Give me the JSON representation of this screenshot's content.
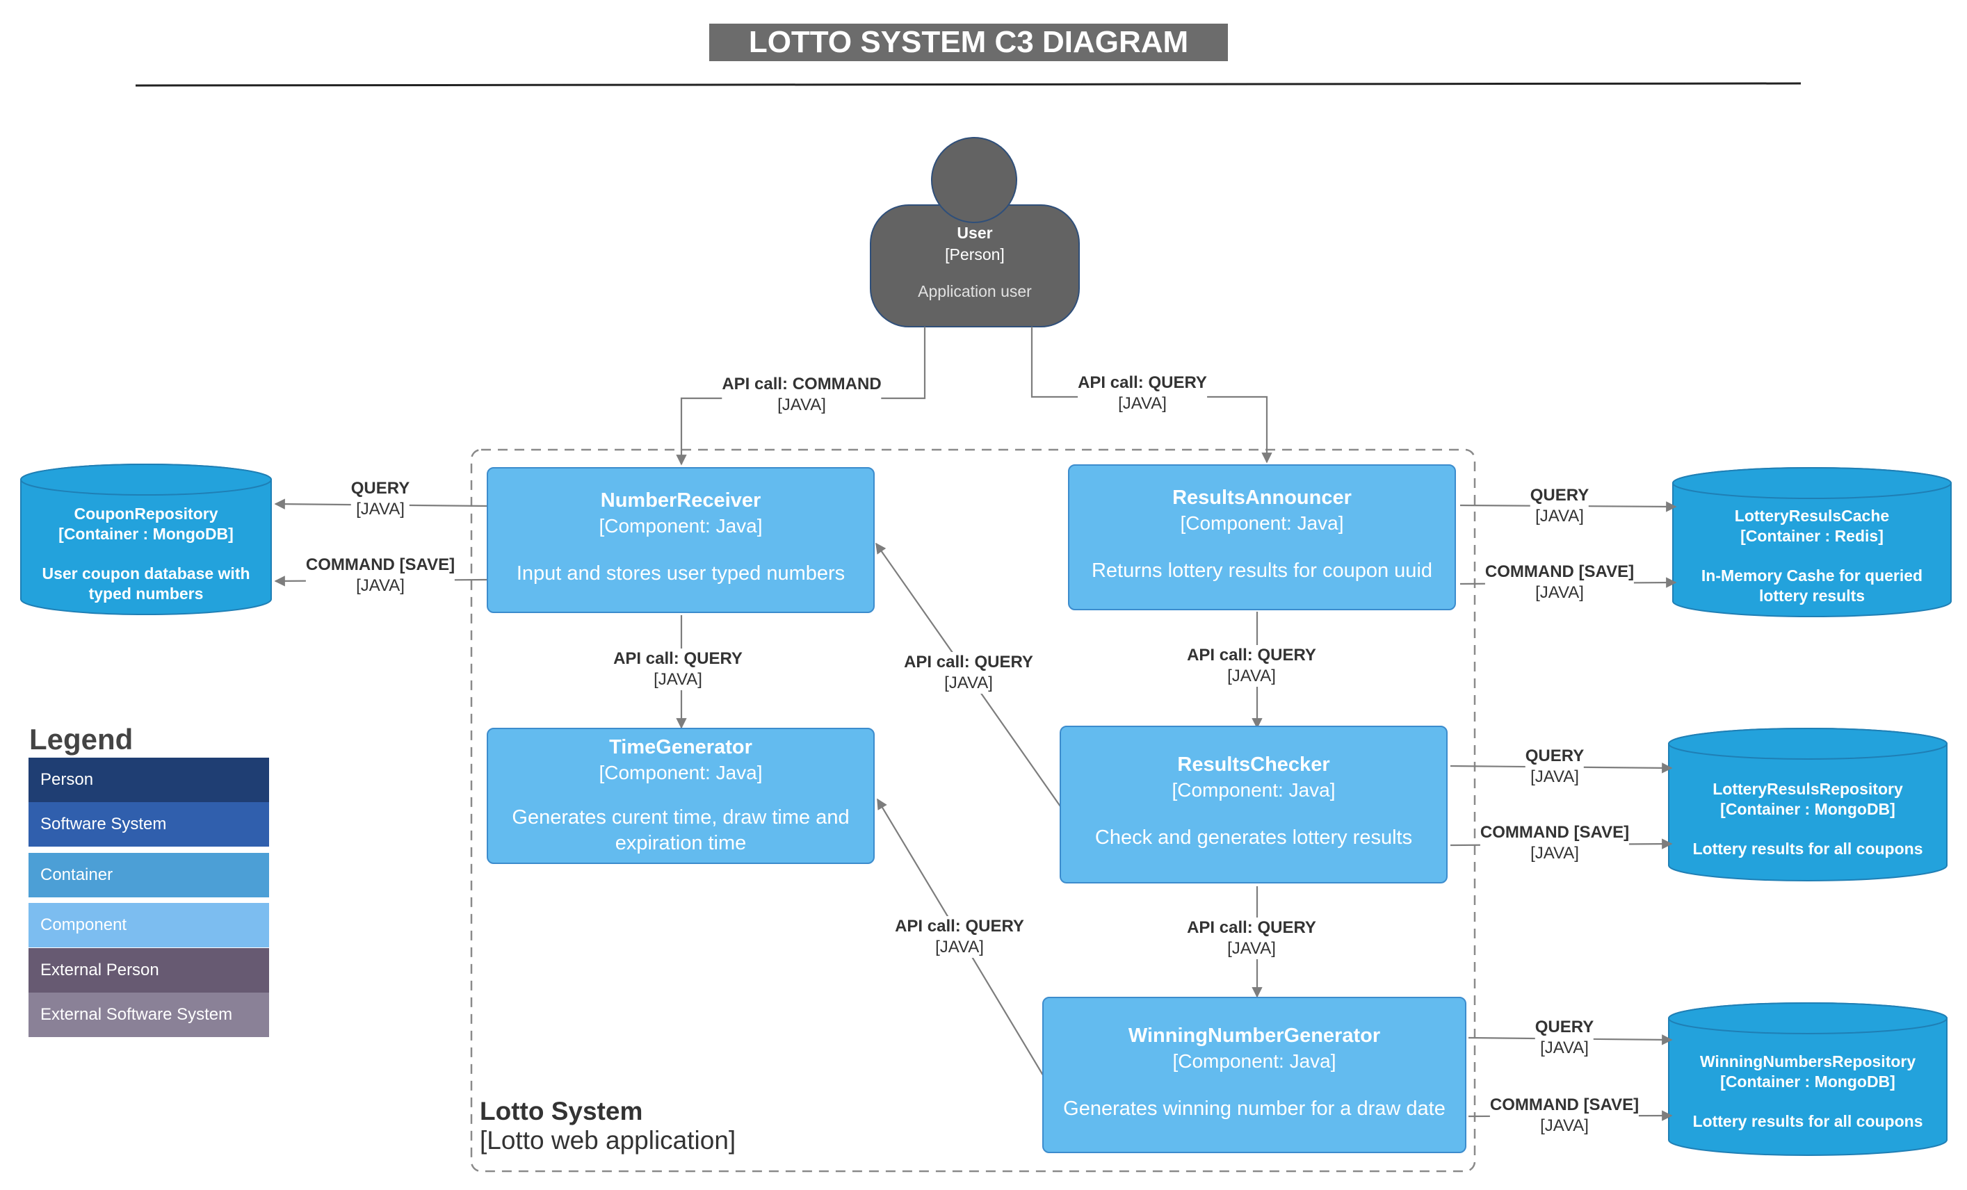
{
  "title": "LOTTO SYSTEM C3 DIAGRAM",
  "colors": {
    "component_fill": "#63bbef",
    "component_border": "#3c8ccd",
    "database_fill": "#23a2dc",
    "user_fill": "#636363",
    "title_fill": "#6c6c6c"
  },
  "user": {
    "name": "User",
    "type": "[Person]",
    "description": "Application user"
  },
  "boundary": {
    "name": "Lotto System",
    "type": "[Lotto web application]"
  },
  "components": {
    "number_receiver": {
      "name": "NumberReceiver",
      "type": "[Component: Java]",
      "description": "Input and stores user typed numbers"
    },
    "time_generator": {
      "name": "TimeGenerator",
      "type": "[Component: Java]",
      "description": "Generates curent time, draw time and expiration time"
    },
    "results_announcer": {
      "name": "ResultsAnnouncer",
      "type": "[Component: Java]",
      "description": "Returns lottery results for coupon uuid"
    },
    "results_checker": {
      "name": "ResultsChecker",
      "type": "[Component: Java]",
      "description": "Check and generates lottery results"
    },
    "winning_number_generator": {
      "name": "WinningNumberGenerator",
      "type": "[Component: Java]",
      "description": "Generates winning number for a draw date"
    }
  },
  "databases": {
    "coupon_repository": {
      "name": "CouponRepository",
      "type": "[Container : MongoDB]",
      "description": "User coupon database with typed numbers"
    },
    "lottery_results_cache": {
      "name": "LotteryResulsCache",
      "type": "[Container : Redis]",
      "description": "In-Memory Cashe for queried lottery results"
    },
    "lottery_results_repository": {
      "name": "LotteryResulsRepository",
      "type": "[Container : MongoDB]",
      "description": "Lottery results for all coupons"
    },
    "winning_numbers_repository": {
      "name": "WinningNumbersRepository",
      "type": "[Container : MongoDB]",
      "description": "Lottery results for all coupons"
    }
  },
  "relations": {
    "user_to_receiver": {
      "label": "API call: COMMAND",
      "tech": "[JAVA]"
    },
    "user_to_announcer": {
      "label": "API call: QUERY",
      "tech": "[JAVA]"
    },
    "receiver_query_coupon": {
      "label": "QUERY",
      "tech": "[JAVA]"
    },
    "receiver_save_coupon": {
      "label": "COMMAND [SAVE]",
      "tech": "[JAVA]"
    },
    "receiver_to_time": {
      "label": "API call: QUERY",
      "tech": "[JAVA]"
    },
    "checker_to_receiver": {
      "label": "API call: QUERY",
      "tech": "[JAVA]"
    },
    "winning_to_time": {
      "label": "API call: QUERY",
      "tech": "[JAVA]"
    },
    "announcer_to_checker": {
      "label": "API call: QUERY",
      "tech": "[JAVA]"
    },
    "checker_to_winning": {
      "label": "API call: QUERY",
      "tech": "[JAVA]"
    },
    "announcer_query_cache": {
      "label": "QUERY",
      "tech": "[JAVA]"
    },
    "announcer_save_cache": {
      "label": "COMMAND [SAVE]",
      "tech": "[JAVA]"
    },
    "checker_query_results": {
      "label": "QUERY",
      "tech": "[JAVA]"
    },
    "checker_save_results": {
      "label": "COMMAND [SAVE]",
      "tech": "[JAVA]"
    },
    "winning_query_repo": {
      "label": "QUERY",
      "tech": "[JAVA]"
    },
    "winning_save_repo": {
      "label": "COMMAND [SAVE]",
      "tech": "[JAVA]"
    }
  },
  "legend": {
    "title": "Legend",
    "items": [
      {
        "label": "Person",
        "color": "#1f3e73"
      },
      {
        "label": "Software System",
        "color": "#305fad"
      },
      {
        "label": "Container",
        "color": "#4c9fd6"
      },
      {
        "label": "Component",
        "color": "#7cbdf0"
      },
      {
        "label": "External Person",
        "color": "#675a72"
      },
      {
        "label": "External Software System",
        "color": "#8a8197"
      }
    ]
  }
}
